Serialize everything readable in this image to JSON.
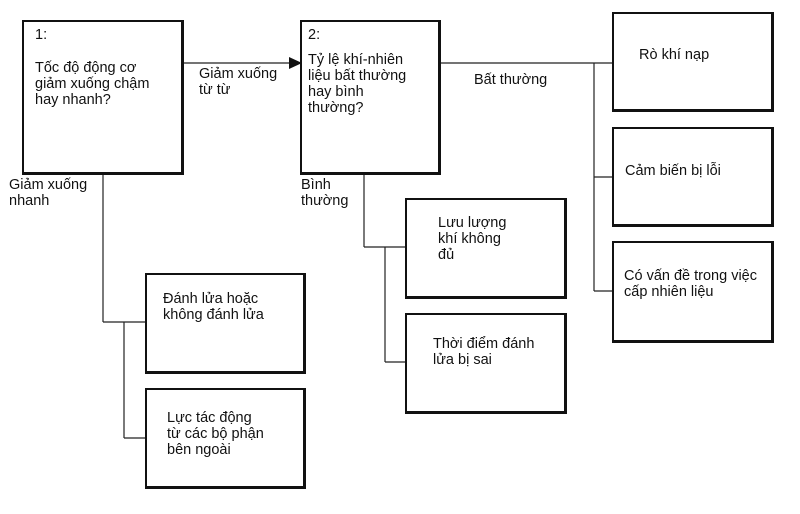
{
  "diagram": {
    "q1": {
      "number": "1:",
      "text": "Tốc độ động cơ\ngiảm xuống chậm\nhay nhanh?"
    },
    "q2": {
      "number": "2:",
      "text": "Tỷ lệ khí-nhiên\nliệu bất thường\nhay bình\nthường?"
    },
    "edges": {
      "slow": "Giảm xuống\ntừ từ",
      "fast": "Giảm xuống\nnhanh",
      "abnormal": "Bất thường",
      "normal": "Bình\nthường"
    },
    "causes": {
      "intake_leak": "Rò khí nạp",
      "sensor_fault": "Cảm biến bị lỗi",
      "fuel_supply": "Có vấn đề trong việc\ncấp nhiên liệu",
      "airflow_low": "Lưu lượng\nkhí không\nđủ",
      "ignition_timing": "Thời điểm đánh\nlửa bị sai",
      "misfire": "Đánh lửa hoặc\nkhông đánh lửa",
      "external_force": "Lực tác động\ntừ các bộ phận\nbên ngoài"
    }
  }
}
